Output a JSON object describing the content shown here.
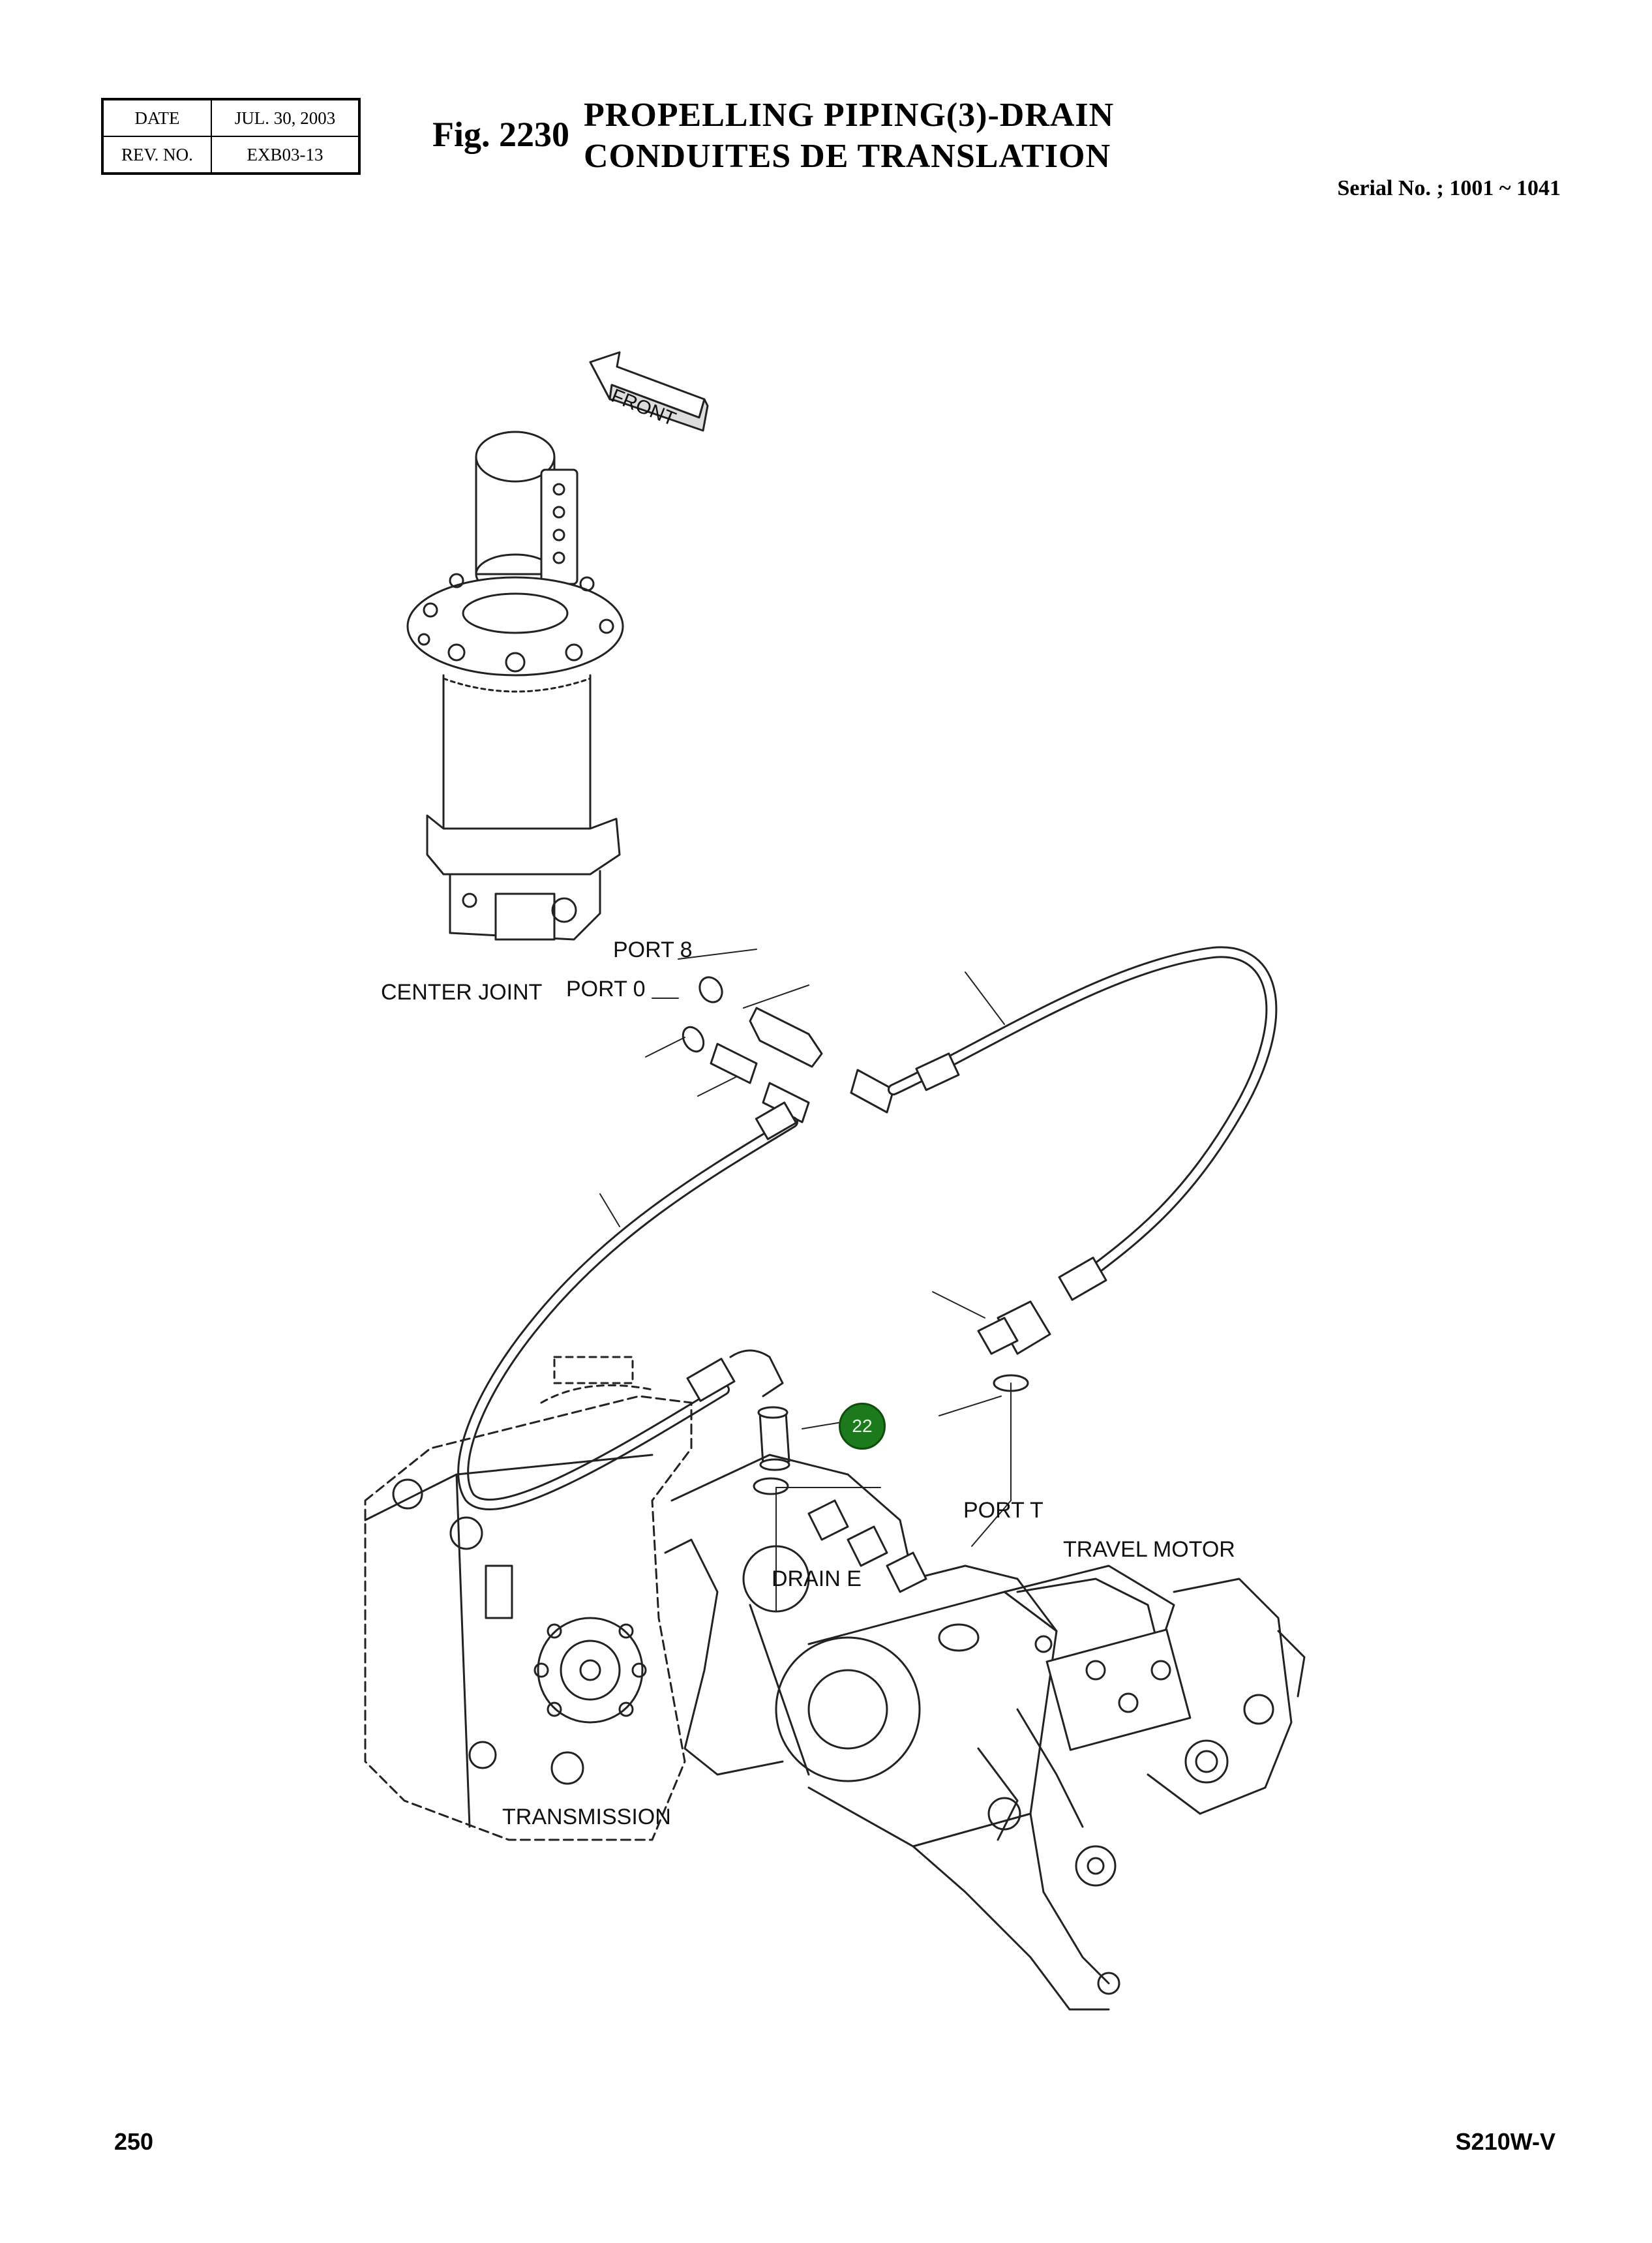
{
  "header": {
    "date_label": "DATE",
    "date_value": "JUL. 30, 2003",
    "rev_label": "REV. NO.",
    "rev_value": "EXB03-13",
    "fig_no": "Fig. 2230",
    "title_en": "PROPELLING PIPING(3)-DRAIN",
    "title_fr": "CONDUITES DE TRANSLATION",
    "serial": "Serial No. ; 1001 ~ 1041"
  },
  "diagram": {
    "front_arrow": "FRONT",
    "labels": {
      "port8": "PORT 8",
      "center_joint": "CENTER JOINT",
      "port0": "PORT 0",
      "port_t": "PORT  T",
      "travel_motor": "TRAVEL MOTOR",
      "drain_e": "DRAIN E",
      "transmission": "TRANSMISSION"
    },
    "callout": "22",
    "callout_color": "#1c7a1c"
  },
  "footer": {
    "page": "250",
    "model": "S210W-V"
  }
}
